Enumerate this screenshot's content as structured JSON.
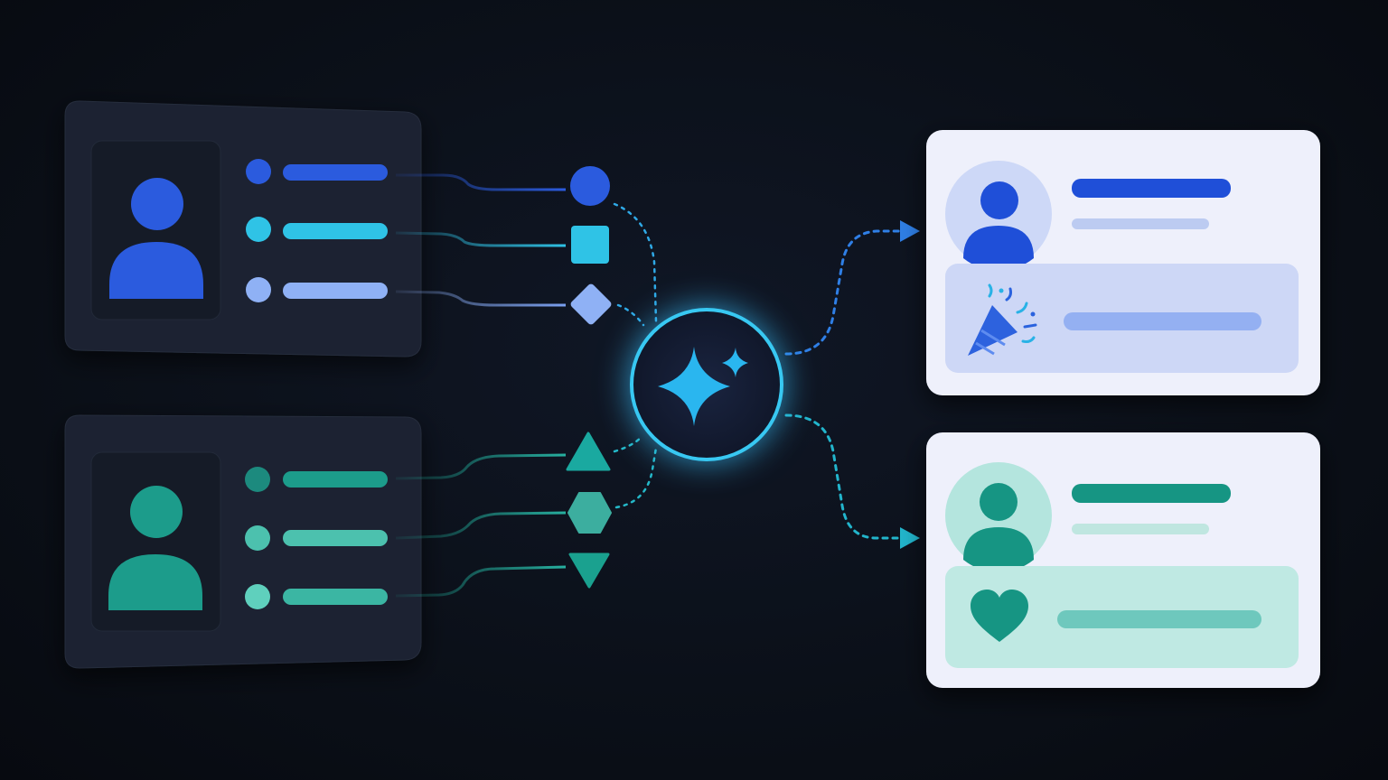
{
  "colors": {
    "background": "#0b1019",
    "panel": "#1b2130",
    "panel_inner": "#151b27",
    "blue_primary": "#2b5bde",
    "blue_secondary": "#2fc3e6",
    "blue_tertiary": "#8fb1f5",
    "teal_primary": "#1c9c8b",
    "teal_secondary": "#4cc1ae",
    "teal_tertiary": "#5fd0bd",
    "hub_ring": "#38c8f2",
    "hub_star": "#2ab6ef",
    "card_bg": "#eef0fb",
    "blue_card_banner": "#cdd7f6",
    "teal_card_banner": "#bfe9e3"
  },
  "diagram": {
    "input_profiles": [
      {
        "id": "blue-profile",
        "avatar_icon": "person-icon",
        "accent": "blue",
        "attributes": [
          {
            "bullet": "dot",
            "output_shape": "circle-icon"
          },
          {
            "bullet": "dot",
            "output_shape": "square-icon"
          },
          {
            "bullet": "dot",
            "output_shape": "diamond-icon"
          }
        ]
      },
      {
        "id": "teal-profile",
        "avatar_icon": "person-icon",
        "accent": "teal",
        "attributes": [
          {
            "bullet": "dot",
            "output_shape": "triangle-up-icon"
          },
          {
            "bullet": "dot",
            "output_shape": "hexagon-icon"
          },
          {
            "bullet": "dot",
            "output_shape": "triangle-down-icon"
          }
        ]
      }
    ],
    "hub": {
      "icon": "sparkle-icon"
    },
    "output_cards": [
      {
        "id": "blue-card",
        "avatar_icon": "person-icon",
        "banner_icon": "party-popper-icon",
        "accent": "blue"
      },
      {
        "id": "teal-card",
        "avatar_icon": "person-icon",
        "banner_icon": "heart-icon",
        "accent": "teal"
      }
    ],
    "connectors": {
      "style": "dashed",
      "arrow": "arrow-right-icon"
    }
  }
}
